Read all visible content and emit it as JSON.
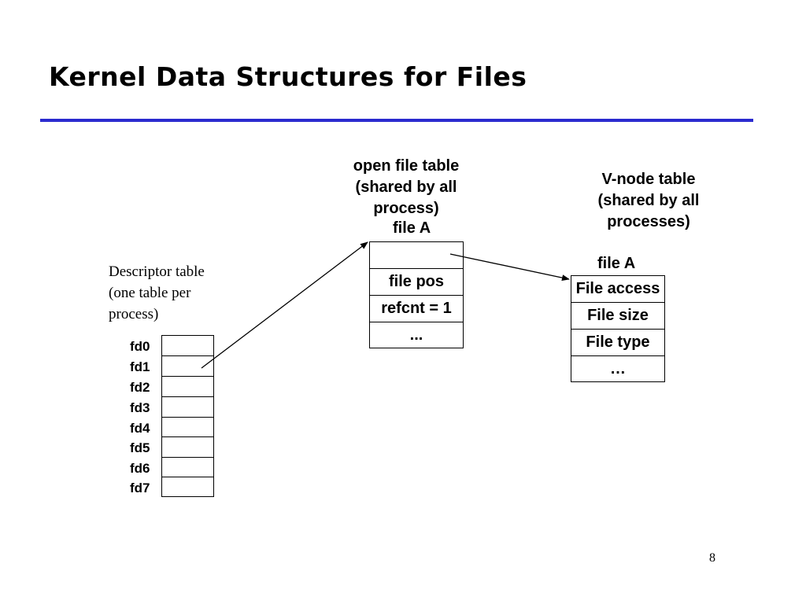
{
  "title": "Kernel Data Structures for Files",
  "colors": {
    "rule": "#2b2bcf",
    "text": "#000000"
  },
  "descriptor_table": {
    "caption_lines": [
      "Descriptor table",
      "(one table per",
      "process)"
    ],
    "rows": [
      "fd0",
      "fd1",
      "fd2",
      "fd3",
      "fd4",
      "fd5",
      "fd6",
      "fd7"
    ]
  },
  "open_file_table": {
    "caption_lines": [
      "open file table",
      "(shared by all",
      "process)"
    ],
    "file_label": "file A",
    "cells": [
      "",
      "file pos",
      "refcnt = 1",
      "..."
    ]
  },
  "vnode_table": {
    "caption_lines": [
      "V-node table",
      "(shared by all",
      "processes)"
    ],
    "file_label": "file A",
    "cells": [
      "File access",
      "File size",
      "File type",
      "…"
    ]
  },
  "page_number": "8"
}
